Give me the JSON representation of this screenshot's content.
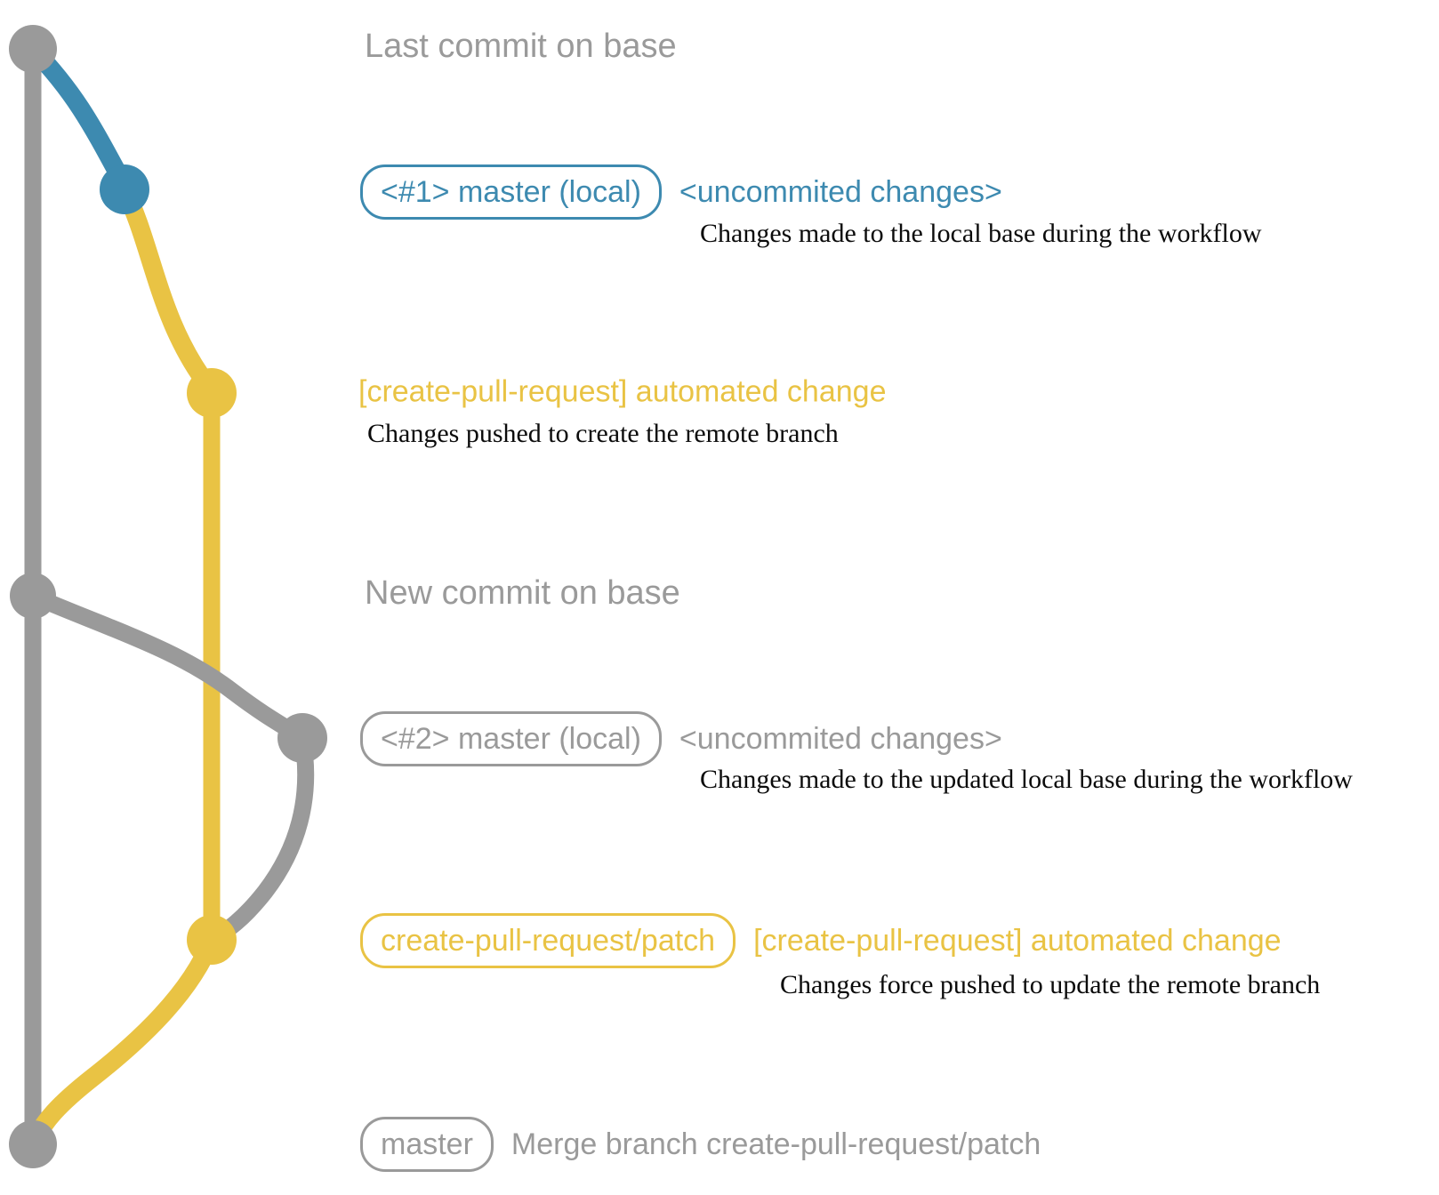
{
  "colors": {
    "gray": "#9a9a9a",
    "blue": "#3d8ab0",
    "yellow": "#e9c344",
    "ink": "#0b0b0b",
    "bg": "#ffffff"
  },
  "annotations": {
    "last_commit_label": "Last commit on base",
    "new_commit_label": "New commit on base",
    "local1": {
      "badge": "<#1> master (local)",
      "side": "<uncommited changes>",
      "desc": "Changes made to the local base during the workflow"
    },
    "push1": {
      "side": "[create-pull-request] automated change",
      "desc": "Changes pushed to create the remote branch"
    },
    "local2": {
      "badge": "<#2> master (local)",
      "side": "<uncommited changes>",
      "desc": "Changes made to the updated local base during the workflow"
    },
    "push2": {
      "badge": "create-pull-request/patch",
      "side": "[create-pull-request] automated change",
      "desc": "Changes force pushed to update the remote branch"
    },
    "merge": {
      "badge": "master",
      "side": "Merge branch create-pull-request/patch"
    }
  }
}
